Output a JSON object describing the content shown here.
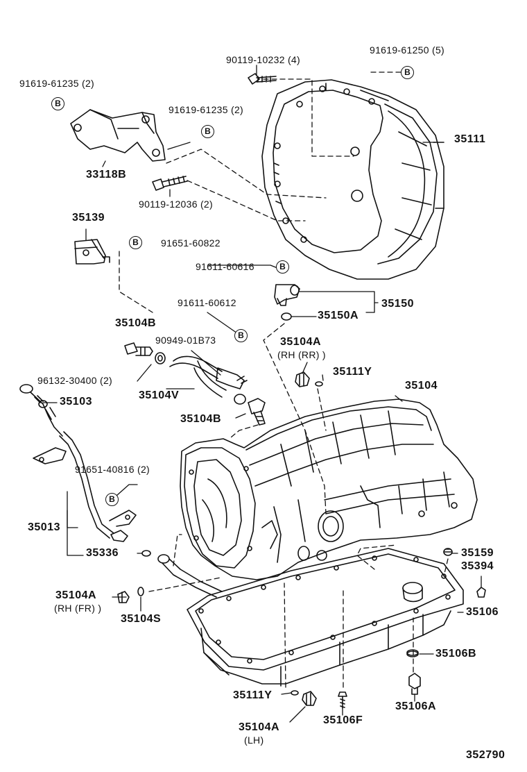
{
  "diagram_id": "352790",
  "badge_letter": "B",
  "labels": {
    "bolt_90119_10232": "90119-10232 (4)",
    "mark_91619_61250": "91619-61250 (5)",
    "mark_91619_61235_a": "91619-61235 (2)",
    "mark_91619_61235_b": "91619-61235 (2)",
    "bracket_33118B": "33118B",
    "bolt_90119_12036": "90119-12036 (2)",
    "housing_35111": "35111",
    "clamp_35139": "35139",
    "bolt_91651_60822": "91651-60822",
    "mark_91611_60616": "91611-60616",
    "union_35150": "35150",
    "gasket_35150A": "35150A",
    "bolt_91611_60612": "91611-60612",
    "clamp_90949_01B73": "90949-01B73",
    "plug_35104B_top": "35104B",
    "plug_35104A_rr": "35104A",
    "plug_35104A_rr_note": "(RH (RR) )",
    "ring_35111Y_top": "35111Y",
    "bolt_96132_30400": "96132-30400 (2)",
    "gauge_35103": "35103",
    "hose_35104V": "35104V",
    "plug_35104B_low": "35104B",
    "trans_35104": "35104",
    "bolt_91651_40816": "91651-40816 (2)",
    "tube_35013": "35013",
    "ring_35336": "35336",
    "plug_35159": "35159",
    "gasket_35394": "35394",
    "plug_35104A_fr": "35104A",
    "plug_35104A_fr_note": "(RH (FR) )",
    "ring_35104S": "35104S",
    "pan_35106": "35106",
    "gasket_35106B": "35106B",
    "ring_35111Y_low": "35111Y",
    "plug_35104A_lh": "35104A",
    "plug_35104A_lh_note": "(LH)",
    "bolt_35106F": "35106F",
    "plug_35106A": "35106A"
  }
}
